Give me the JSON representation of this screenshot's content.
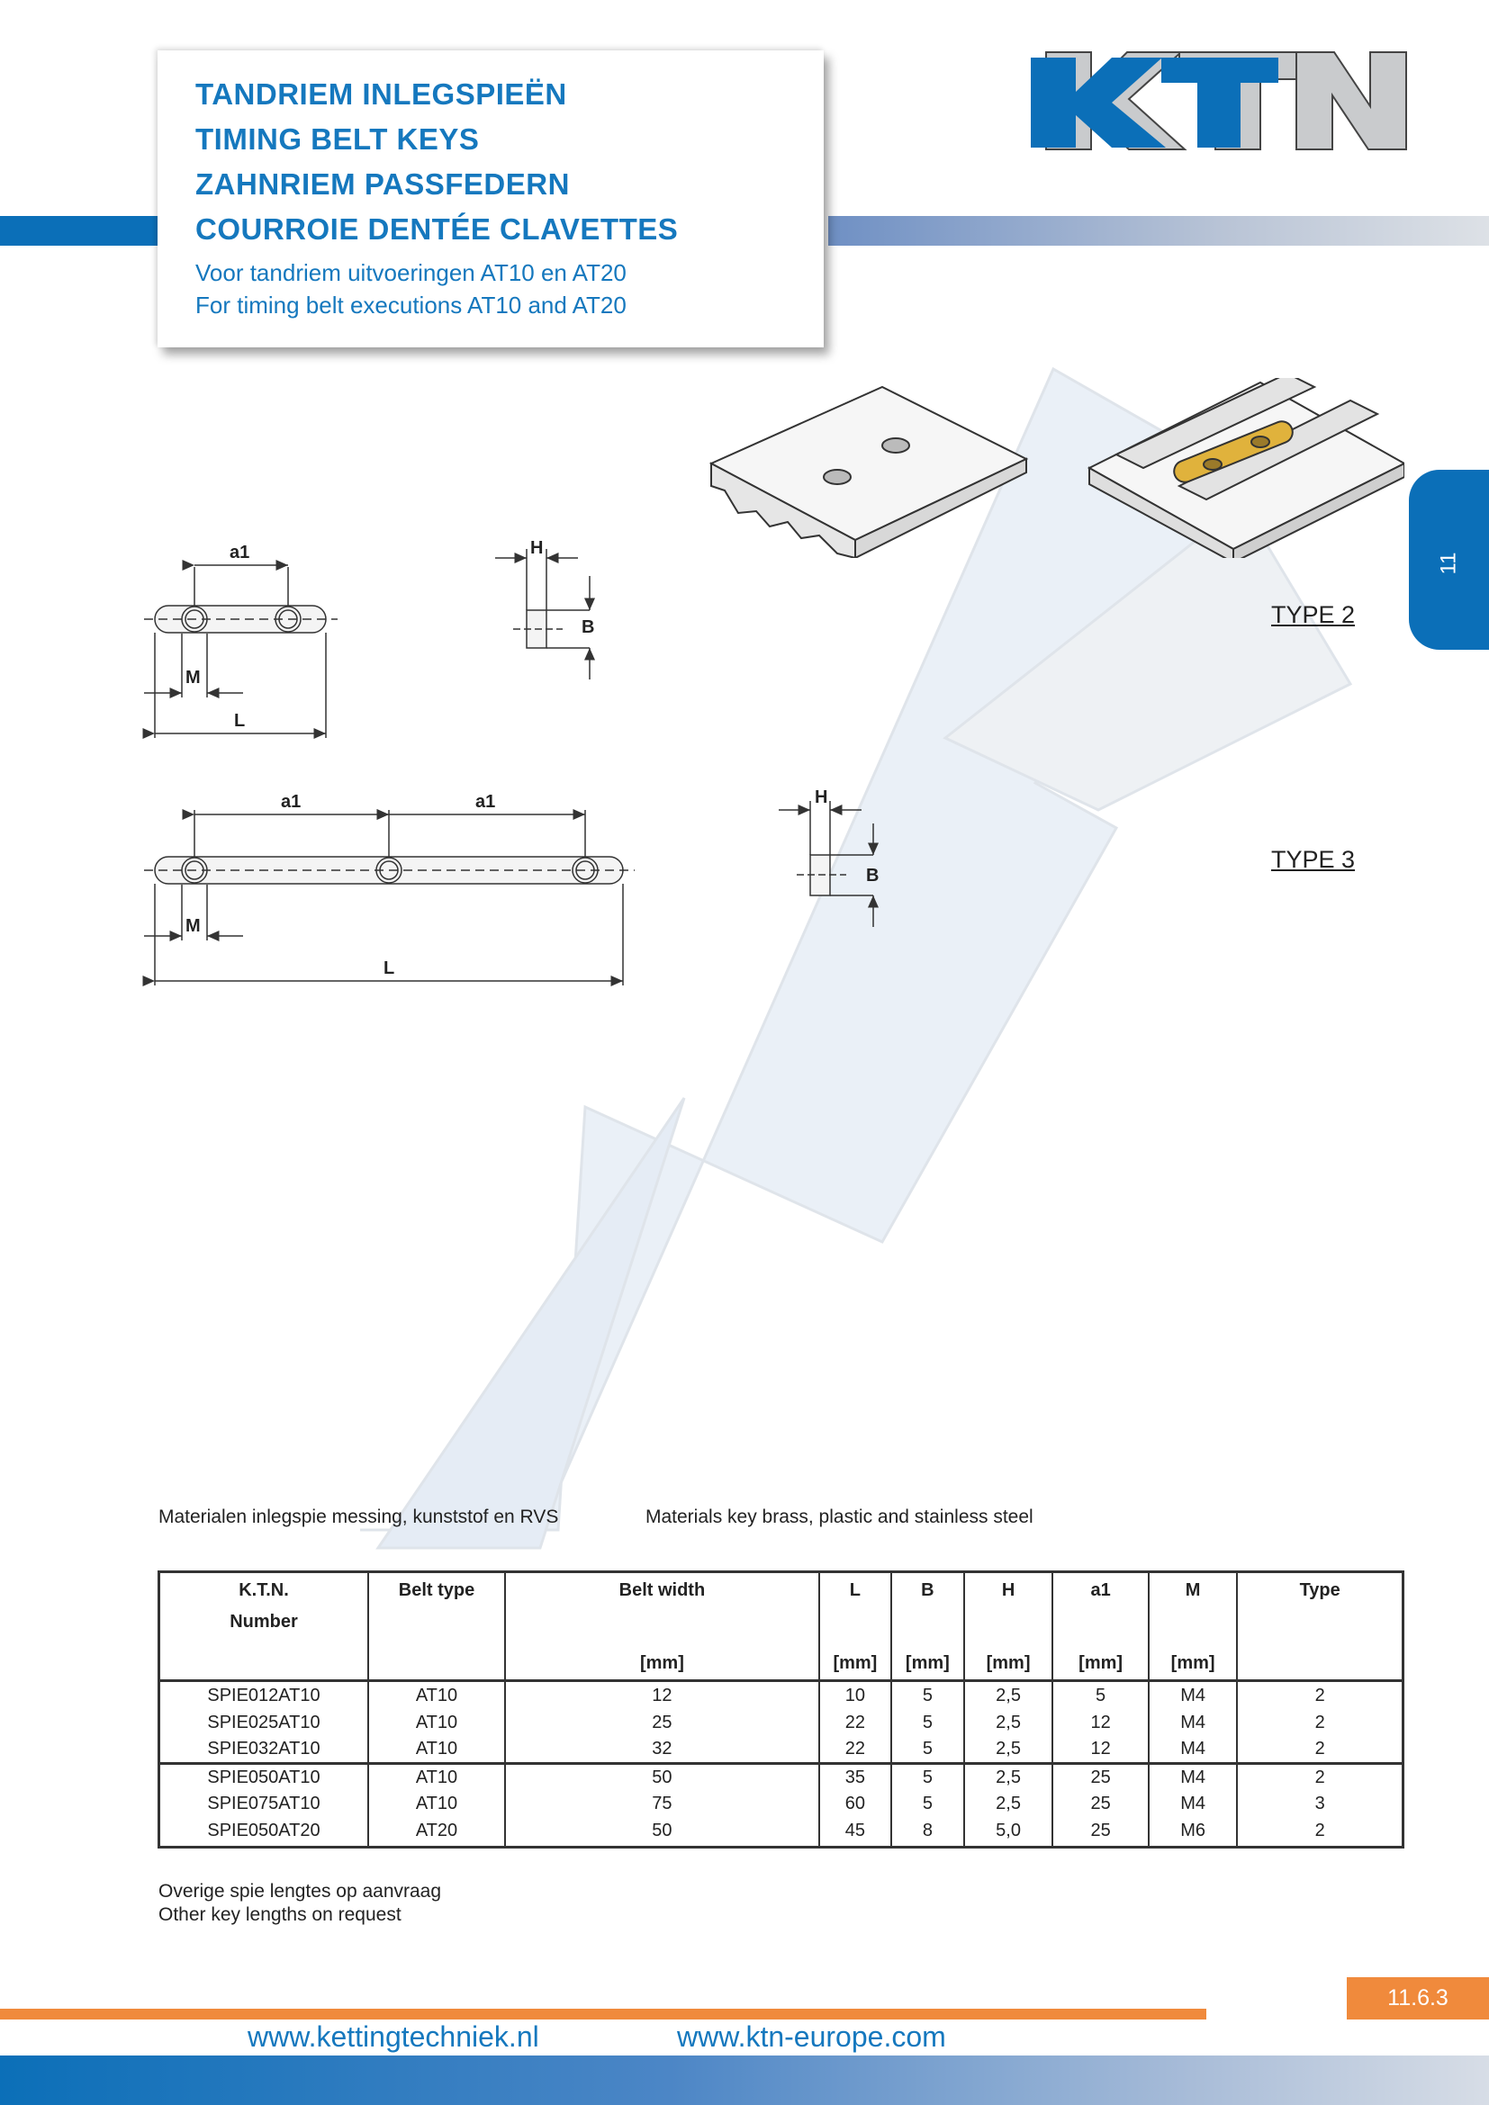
{
  "header": {
    "title_lines": [
      "TANDRIEM INLEGSPIEËN",
      "TIMING BELT KEYS",
      "ZAHNRIEM PASSFEDERN",
      "COURROIE DENTÉE CLAVETTES"
    ],
    "subtitle_lines": [
      "Voor tandriem uitvoeringen AT10 en AT20",
      "For timing belt executions AT10 and AT20"
    ],
    "logo_text": "KTN"
  },
  "side_tab": {
    "label": "11"
  },
  "types": {
    "type2": "TYPE 2",
    "type3": "TYPE 3"
  },
  "drawing_labels": {
    "a1": "a1",
    "M": "M",
    "L": "L",
    "H": "H",
    "B": "B"
  },
  "materials": {
    "nl": "Materialen inlegspie messing, kunststof en RVS",
    "en": "Materials key brass, plastic and stainless steel"
  },
  "table": {
    "headers": [
      {
        "label": "K.T.N.",
        "label2": "Number",
        "unit": ""
      },
      {
        "label": "Belt type",
        "label2": "",
        "unit": ""
      },
      {
        "label": "Belt width",
        "label2": "",
        "unit": "[mm]"
      },
      {
        "label": "L",
        "label2": "",
        "unit": "[mm]"
      },
      {
        "label": "B",
        "label2": "",
        "unit": "[mm]"
      },
      {
        "label": "H",
        "label2": "",
        "unit": "[mm]"
      },
      {
        "label": "a1",
        "label2": "",
        "unit": "[mm]"
      },
      {
        "label": "M",
        "label2": "",
        "unit": "[mm]"
      },
      {
        "label": "Type",
        "label2": "",
        "unit": ""
      }
    ],
    "rows": [
      [
        "SPIE012AT10",
        "AT10",
        "12",
        "10",
        "5",
        "2,5",
        "5",
        "M4",
        "2"
      ],
      [
        "SPIE025AT10",
        "AT10",
        "25",
        "22",
        "5",
        "2,5",
        "12",
        "M4",
        "2"
      ],
      [
        "SPIE032AT10",
        "AT10",
        "32",
        "22",
        "5",
        "2,5",
        "12",
        "M4",
        "2"
      ],
      [
        "SPIE050AT10",
        "AT10",
        "50",
        "35",
        "5",
        "2,5",
        "25",
        "M4",
        "2"
      ],
      [
        "SPIE075AT10",
        "AT10",
        "75",
        "60",
        "5",
        "2,5",
        "25",
        "M4",
        "3"
      ],
      [
        "SPIE050AT20",
        "AT20",
        "50",
        "45",
        "8",
        "5,0",
        "25",
        "M6",
        "2"
      ]
    ]
  },
  "notes": [
    "Overige spie lengtes op aanvraag",
    "Other key lengths on request"
  ],
  "page_number": "11.6.3",
  "footer": {
    "url1": "www.kettingtechniek.nl",
    "url2": "www.ktn-europe.com"
  },
  "colors": {
    "brand_blue": "#0b6fb8",
    "orange": "#f08a3c",
    "logo_gray": "#c9cbcd"
  }
}
